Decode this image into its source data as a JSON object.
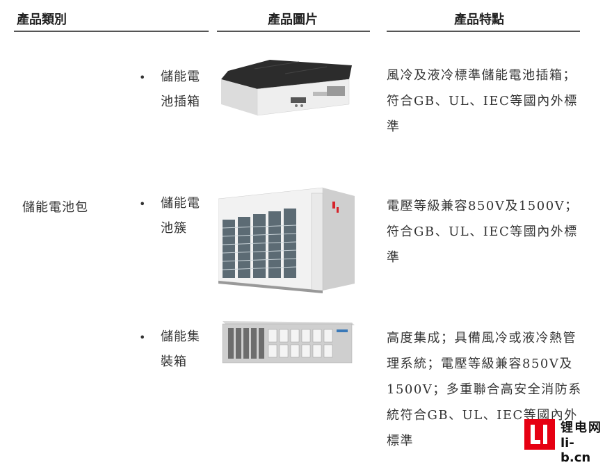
{
  "headers": {
    "category": "產品類別",
    "picture": "產品圖片",
    "features": "產品特點"
  },
  "category": "儲能電池包",
  "bullet": "•",
  "products": [
    {
      "name": "儲能電池插箱",
      "features": "風冷及液冷標準儲能電池插箱；\n符合GB、UL、IEC等國內外標準"
    },
    {
      "name": "儲能電池簇",
      "features": "電壓等級兼容850V及1500V；\n符合GB、UL、IEC等國內外標準"
    },
    {
      "name": "儲能集裝箱",
      "features": "高度集成；具備風冷或液冷熱管理系統；電壓等級兼容850V及1500V；多重聯合高安全消防系統符合GB、UL、IEC等國內外標準"
    }
  ],
  "watermark": {
    "mark": "Li",
    "line1": "锂电网",
    "line2": "li-b.cn"
  },
  "icons": [
    "battery-insert-box-image",
    "battery-cluster-cabinet-image",
    "battery-container-image"
  ],
  "colors": {
    "logo_red": "#e60012",
    "rule": "#555555"
  }
}
